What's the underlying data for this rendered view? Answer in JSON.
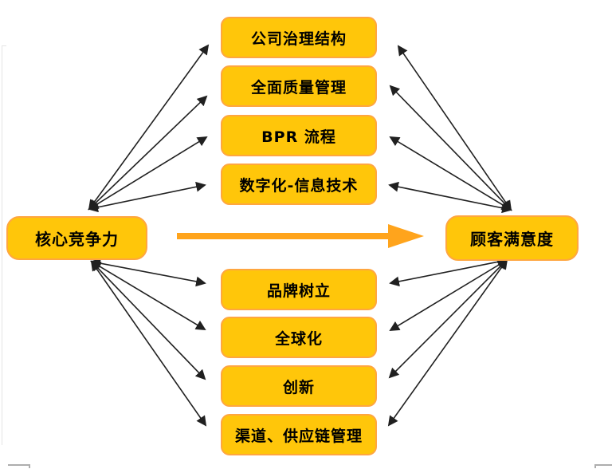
{
  "diagram": {
    "source": {
      "label": "核心竞争力"
    },
    "target": {
      "label": "顾客满意度"
    },
    "top_factors": [
      "公司治理结构",
      "全面质量管理",
      "BPR 流程",
      "数字化-信息技术"
    ],
    "bottom_factors": [
      "品牌树立",
      "全球化",
      "创新",
      "渠道、供应链管理"
    ],
    "edges": [
      {
        "from": "核心竞争力",
        "to": "公司治理结构",
        "arrows": "both"
      },
      {
        "from": "核心竞争力",
        "to": "全面质量管理",
        "arrows": "both"
      },
      {
        "from": "核心竞争力",
        "to": "BPR 流程",
        "arrows": "both"
      },
      {
        "from": "核心竞争力",
        "to": "数字化-信息技术",
        "arrows": "both"
      },
      {
        "from": "核心竞争力",
        "to": "品牌树立",
        "arrows": "both"
      },
      {
        "from": "核心竞争力",
        "to": "全球化",
        "arrows": "both"
      },
      {
        "from": "核心竞争力",
        "to": "创新",
        "arrows": "both"
      },
      {
        "from": "核心竞争力",
        "to": "渠道、供应链管理",
        "arrows": "both"
      },
      {
        "from": "公司治理结构",
        "to": "顾客满意度",
        "arrows": "both"
      },
      {
        "from": "全面质量管理",
        "to": "顾客满意度",
        "arrows": "both"
      },
      {
        "from": "BPR 流程",
        "to": "顾客满意度",
        "arrows": "both"
      },
      {
        "from": "数字化-信息技术",
        "to": "顾客满意度",
        "arrows": "both"
      },
      {
        "from": "品牌树立",
        "to": "顾客满意度",
        "arrows": "both"
      },
      {
        "from": "全球化",
        "to": "顾客满意度",
        "arrows": "both"
      },
      {
        "from": "创新",
        "to": "顾客满意度",
        "arrows": "both"
      },
      {
        "from": "渠道、供应链管理",
        "to": "顾客满意度",
        "arrows": "both"
      },
      {
        "from": "核心竞争力",
        "to": "顾客满意度",
        "arrows": "end",
        "style": "thick-orange"
      }
    ],
    "colors": {
      "box_fill": "#FFC60A",
      "box_border": "#FFA640",
      "main_arrow": "#FFA41C",
      "connector": "#202020",
      "text": "#000000"
    }
  }
}
